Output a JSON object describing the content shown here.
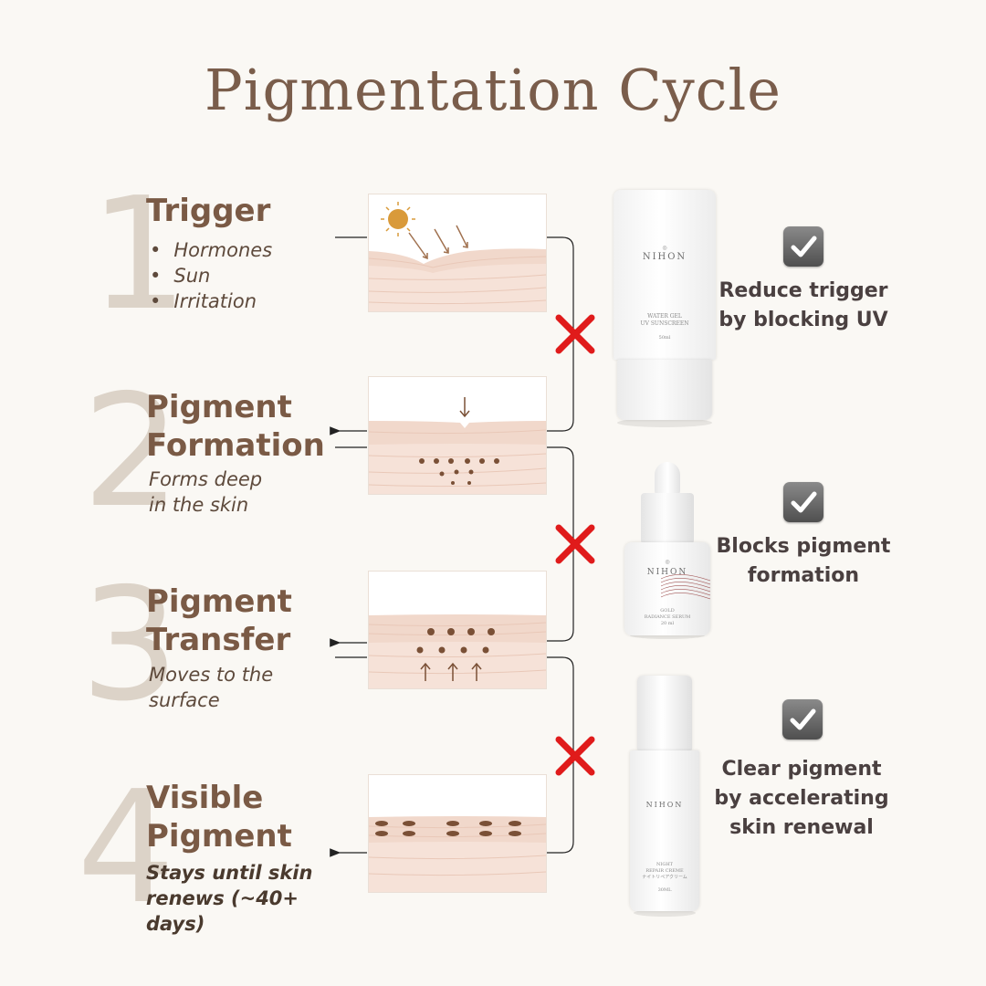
{
  "title": "Pigmentation Cycle",
  "stages": [
    {
      "number": "1",
      "title_lines": [
        "Trigger"
      ],
      "bullets": [
        "Hormones",
        "Sun",
        "Irritation"
      ]
    },
    {
      "number": "2",
      "title_lines": [
        "Pigment",
        "Formation"
      ],
      "desc_lines": [
        "Forms deep",
        "in the skin"
      ]
    },
    {
      "number": "3",
      "title_lines": [
        "Pigment",
        "Transfer"
      ],
      "desc_lines": [
        "Moves to the",
        "surface"
      ]
    },
    {
      "number": "4",
      "title_lines": [
        "Visible",
        "Pigment"
      ],
      "desc_lines": [
        "Stays until skin",
        "renews (~40+",
        "days)"
      ]
    }
  ],
  "products": [
    {
      "brand": "NIHON",
      "label_lines": [
        "WATER GEL",
        "UV SUNSCREEN"
      ],
      "size": "50ml",
      "benefit_lines": [
        "Reduce trigger",
        "by blocking UV"
      ]
    },
    {
      "brand": "NIHON",
      "label_lines": [
        "GOLD",
        "RADIANCE SERUM"
      ],
      "size": "20 ml",
      "benefit_lines": [
        "Blocks pigment",
        "formation"
      ]
    },
    {
      "brand": "NIHON",
      "label_lines": [
        "NIGHT",
        "REPAIR CREME",
        "ナイトリペアクリーム"
      ],
      "size": "30ML",
      "benefit_lines": [
        "Clear pigment",
        "by accelerating",
        "skin renewal"
      ]
    }
  ],
  "colors": {
    "accent_red": "#e01b1b",
    "skin_top": "#f1d8cb",
    "skin_dermis": "#f6e2d8",
    "pigment": "#7a5036",
    "sun": "#d99a3a"
  }
}
